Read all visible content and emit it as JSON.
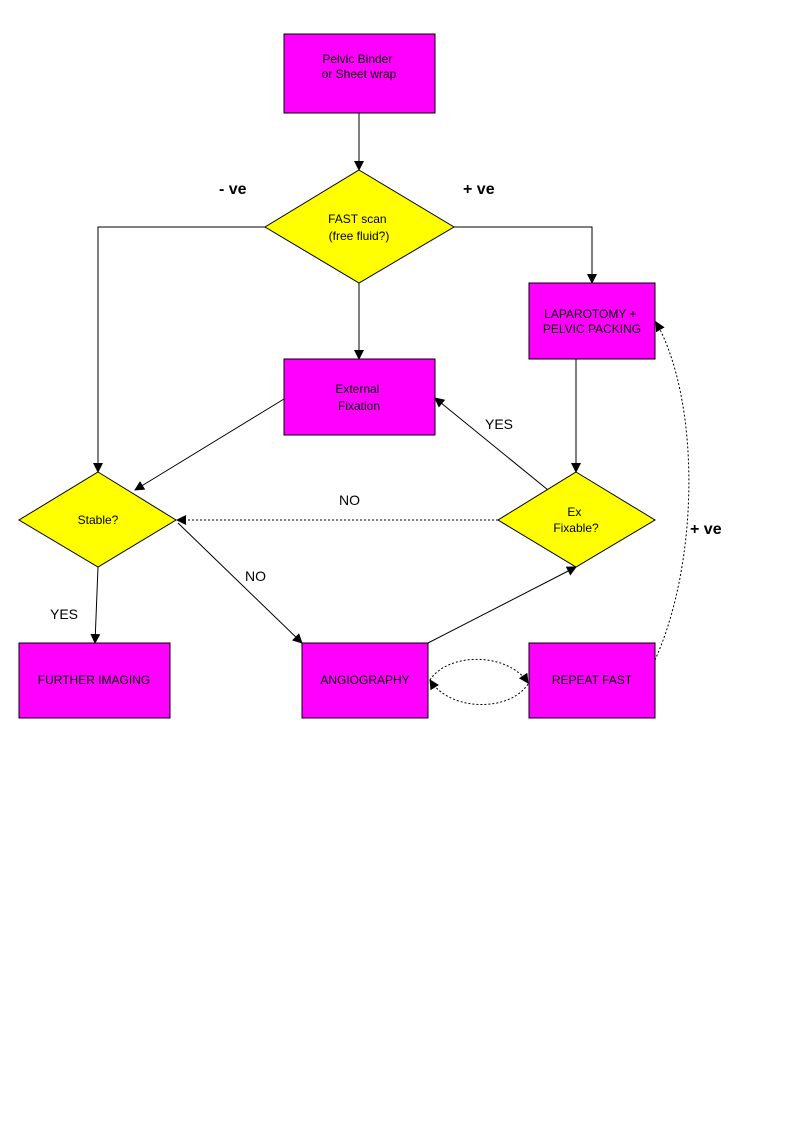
{
  "colors": {
    "process_fill": "#ff00ff",
    "decision_fill": "#ffff00",
    "outline": "#000000"
  },
  "nodes": {
    "pelvic_binder": {
      "lines": [
        "Pelvic Binder",
        "or Sheet wrap"
      ]
    },
    "fast_scan": {
      "lines": [
        "FAST scan",
        "(free fluid?)"
      ]
    },
    "laparotomy": {
      "lines": [
        "LAPAROTOMY +",
        "PELVIC PACKING"
      ]
    },
    "external_fixation": {
      "lines": [
        "External",
        "Fixation"
      ]
    },
    "stable": {
      "lines": [
        "Stable?"
      ]
    },
    "ex_fixable": {
      "lines": [
        "Ex",
        "Fixable?"
      ]
    },
    "further_imaging": {
      "lines": [
        "FURTHER IMAGING"
      ]
    },
    "angiography": {
      "lines": [
        "ANGIOGRAPHY"
      ]
    },
    "repeat_fast": {
      "lines": [
        "REPEAT FAST"
      ]
    }
  },
  "edge_labels": {
    "fast_negative": "- ve",
    "fast_positive": "+ ve",
    "exfix_yes": "YES",
    "exfix_no": "NO",
    "stable_no": "NO",
    "stable_yes": "YES",
    "repeat_positive": "+ ve"
  }
}
